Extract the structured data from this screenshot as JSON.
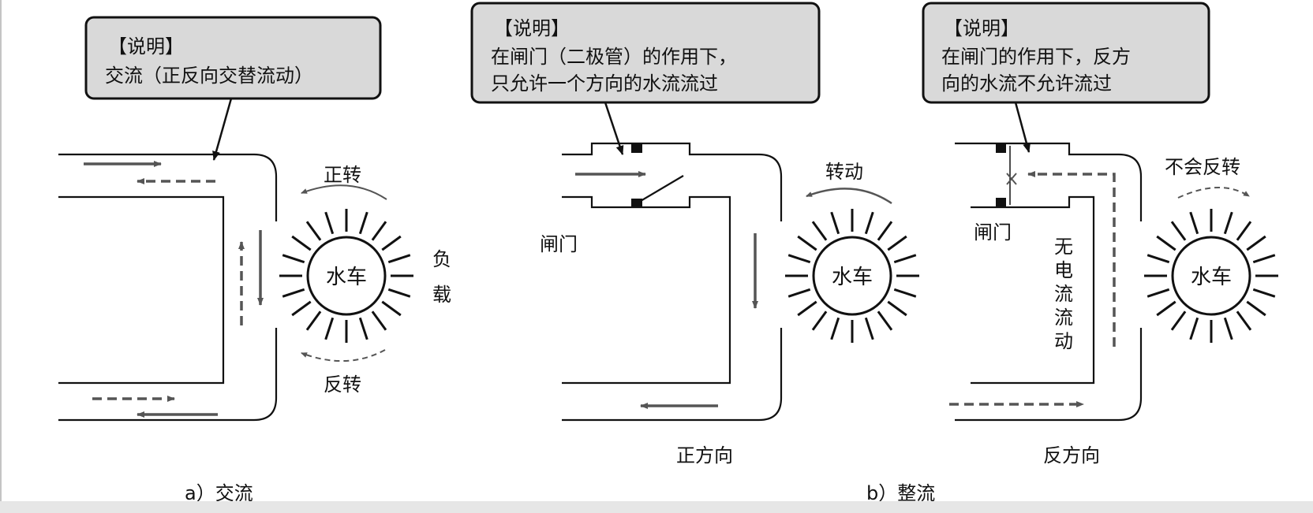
{
  "panel_a": {
    "callout_title": "【说明】",
    "callout_line1": "交流（正反向交替流动）",
    "wheel_label": "水车",
    "forward_label": "正转",
    "reverse_label": "反转",
    "load_label_1": "负",
    "load_label_2": "载",
    "caption": "a）交流"
  },
  "panel_b1": {
    "callout_title": "【说明】",
    "callout_line1": "在闸门（二极管）的作用下，",
    "callout_line2": "只允许一个方向的水流流过",
    "gate_label": "闸门",
    "rotate_label": "转动",
    "wheel_label": "水车",
    "direction_label": "正方向"
  },
  "panel_b2": {
    "callout_title": "【说明】",
    "callout_line1": "在闸门的作用下，反方",
    "callout_line2": "向的水流不允许流过",
    "gate_label": "闸门",
    "no_reverse_label": "不会反转",
    "wheel_label": "水车",
    "no_current_chars": [
      "无",
      "电",
      "流",
      "流",
      "动"
    ],
    "direction_label": "反方向"
  },
  "caption_b": "b）整流",
  "colors": {
    "callout_fill": "#d9d9d9",
    "line": "#111111",
    "arrow": "#555555"
  }
}
